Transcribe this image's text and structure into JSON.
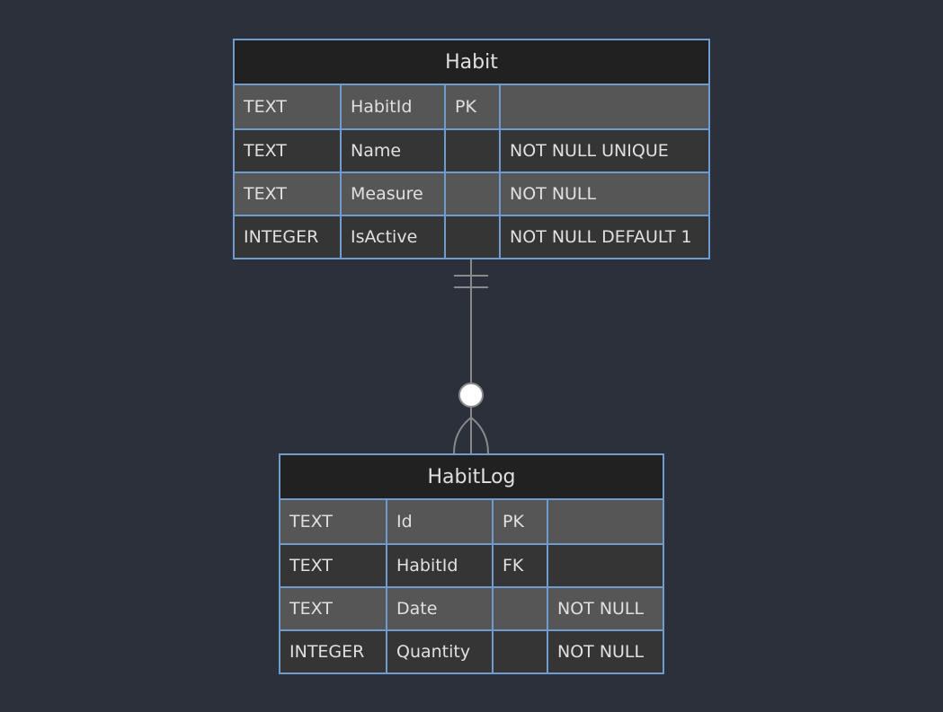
{
  "entities": [
    {
      "name": "Habit",
      "rows": [
        [
          "TEXT",
          "HabitId",
          "PK",
          ""
        ],
        [
          "TEXT",
          "Name",
          "",
          "NOT NULL UNIQUE"
        ],
        [
          "TEXT",
          "Measure",
          "",
          "NOT NULL"
        ],
        [
          "INTEGER",
          "IsActive",
          "",
          "NOT NULL DEFAULT 1"
        ]
      ]
    },
    {
      "name": "HabitLog",
      "rows": [
        [
          "TEXT",
          "Id",
          "PK",
          ""
        ],
        [
          "TEXT",
          "HabitId",
          "FK",
          ""
        ],
        [
          "TEXT",
          "Date",
          "",
          "NOT NULL"
        ],
        [
          "INTEGER",
          "Quantity",
          "",
          "NOT NULL"
        ]
      ]
    }
  ],
  "relationship": {
    "from": "Habit",
    "to": "HabitLog",
    "from_cardinality": "exactly-one",
    "to_cardinality": "zero-or-many"
  },
  "colors": {
    "background": "#2b303b",
    "border": "#6f9ccf",
    "header": "#212121",
    "row_odd": "#565656",
    "row_even": "#353535",
    "line": "#8a8a8a"
  }
}
